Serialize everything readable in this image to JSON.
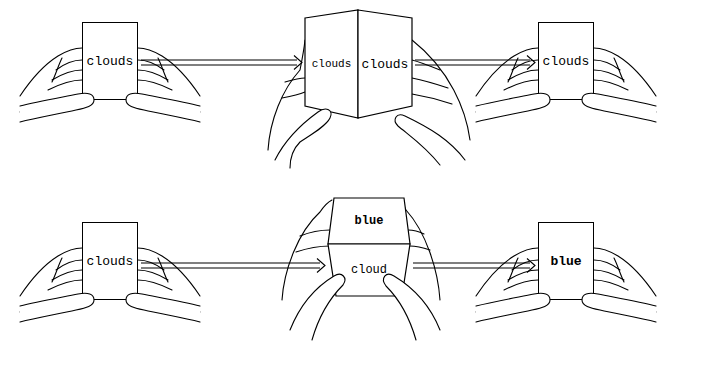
{
  "diagram": {
    "nodes": [
      {
        "text": [
          "clouds"
        ]
      },
      {
        "text": [
          "clouds"
        ]
      },
      {
        "text": [
          "clouds"
        ]
      },
      {
        "text": [
          "clouds"
        ]
      },
      {
        "text": [
          "clouds"
        ]
      },
      {
        "text": [
          "blue"
        ]
      },
      {
        "text": [
          "cloud"
        ]
      },
      {
        "text": [
          "blue"
        ]
      }
    ],
    "edges": [
      {
        "from": 0,
        "to": 1,
        "arrow": "to"
      },
      {
        "from": 2,
        "to": 3,
        "arrow": "to"
      },
      {
        "from": 4,
        "to": 6,
        "arrow": "to"
      },
      {
        "from": 6,
        "to": 7,
        "arrow": "to"
      }
    ]
  }
}
